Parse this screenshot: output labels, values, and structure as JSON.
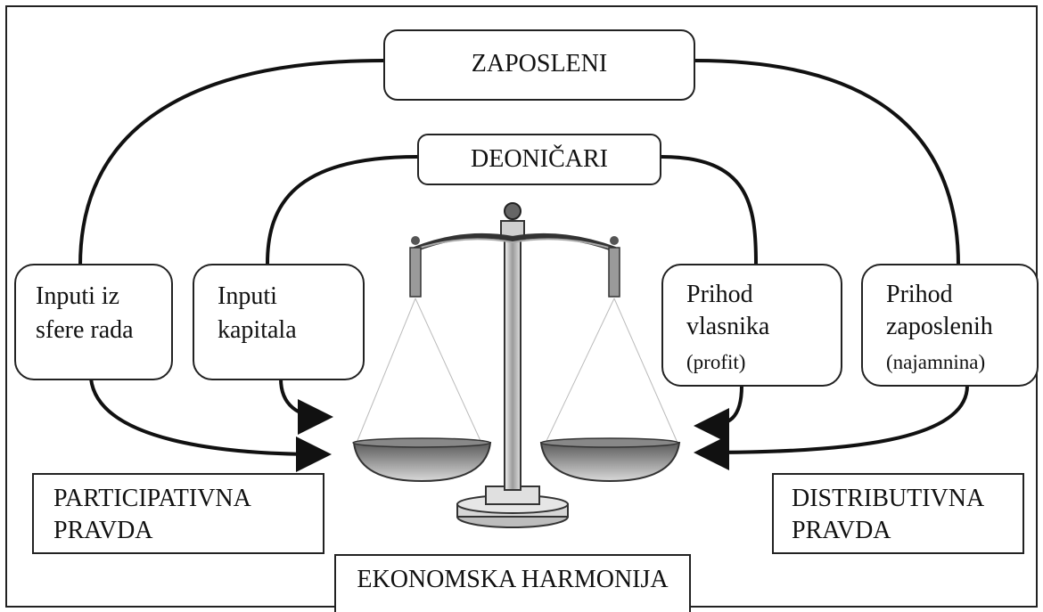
{
  "diagram": {
    "zaposleni": "ZAPOSLENI",
    "deonicari": "DEONIČARI",
    "inputs_labor": [
      "Inputi iz",
      "sfere rada"
    ],
    "inputs_capital": [
      "Inputi",
      "kapitala"
    ],
    "owner_income": [
      "Prihod",
      "vlasnika",
      "(profit)"
    ],
    "employee_income": [
      "Prihod",
      "zaposlenih",
      "(najamnina)"
    ],
    "participative": [
      "PARTICIPATIVNA",
      "PRAVDA"
    ],
    "distributive": [
      "DISTRIBUTIVNA",
      "PRAVDA"
    ],
    "harmony": "EKONOMSKA HARMONIJA"
  },
  "colors": {
    "line": "#111111",
    "scale_metal": "#8a8a8a",
    "scale_dark": "#444444"
  }
}
